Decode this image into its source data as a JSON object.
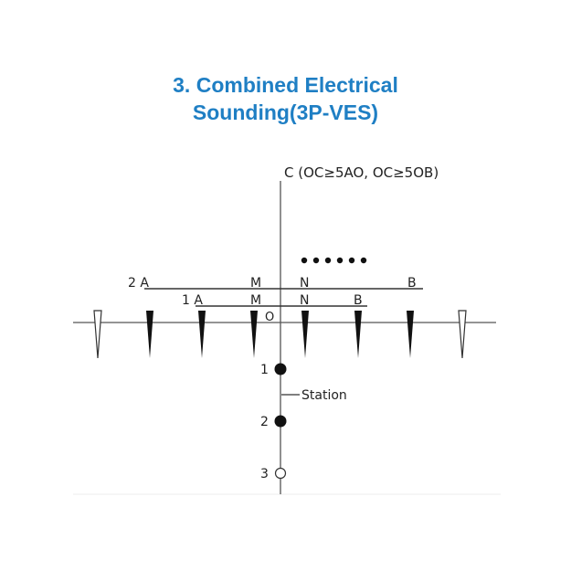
{
  "title": {
    "line1": "3.  Combined Electrical",
    "line2": "Sounding(3P-VES)"
  },
  "diagram": {
    "axis_label": "C (OC≥5AO, OC≥5OB)",
    "outer_row": {
      "a": "2 A",
      "m": "M",
      "n": "N",
      "b": "B"
    },
    "inner_row": {
      "a": "1 A",
      "m": "M",
      "n": "N",
      "b": "B"
    },
    "origin_label": "O",
    "station_label": "Station",
    "stations": [
      {
        "label": "1",
        "filled": true
      },
      {
        "label": "2",
        "filled": true
      },
      {
        "label": "3",
        "filled": false
      }
    ],
    "dots_count": 6
  },
  "colors": {
    "title": "#1f7fc4",
    "lines": "#555555",
    "ink": "#111111"
  }
}
